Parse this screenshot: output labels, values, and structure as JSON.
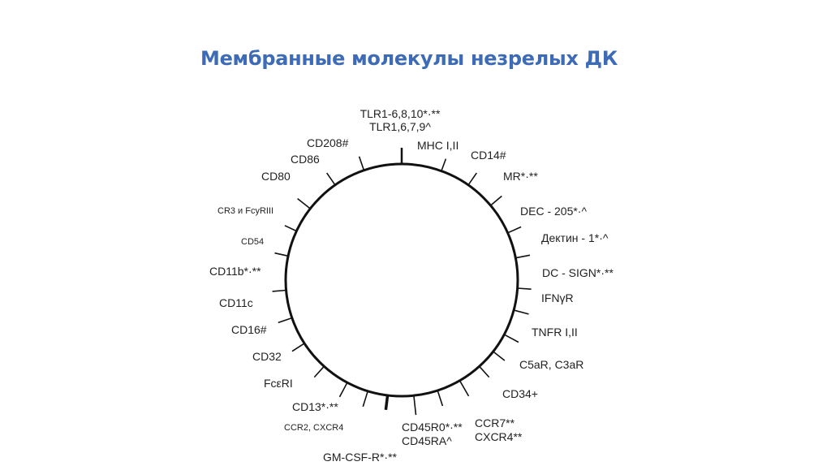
{
  "title": "Мембранные молекулы незрелых ДК",
  "markers": [
    {
      "id": "tlr",
      "lines": [
        "TLR1-6,8,10*·**",
        "TLR1,6,7,9^"
      ]
    },
    {
      "id": "mhc",
      "lines": [
        "MHC I,II"
      ]
    },
    {
      "id": "cd14",
      "lines": [
        "CD14#"
      ]
    },
    {
      "id": "mr",
      "lines": [
        "MR*·**"
      ]
    },
    {
      "id": "dec205",
      "lines": [
        "DEC - 205*·^"
      ]
    },
    {
      "id": "dectin1",
      "lines": [
        "Дектин - 1*·^"
      ]
    },
    {
      "id": "dcsign",
      "lines": [
        "DC - SIGN*·**"
      ]
    },
    {
      "id": "ifngr",
      "lines": [
        "IFNγR"
      ]
    },
    {
      "id": "tnfr",
      "lines": [
        "TNFR I,II"
      ]
    },
    {
      "id": "c5ar",
      "lines": [
        "C5aR, C3aR"
      ]
    },
    {
      "id": "cd34",
      "lines": [
        "CD34+"
      ]
    },
    {
      "id": "ccr7",
      "lines": [
        "CCR7**",
        "CXCR4**"
      ]
    },
    {
      "id": "cd45",
      "lines": [
        "CD45R0*·**",
        "CD45RA^"
      ]
    },
    {
      "id": "gmcsfr",
      "lines": [
        "GM-CSF-R*·**"
      ]
    },
    {
      "id": "ccr2",
      "lines": [
        "CCR2, CXCR4"
      ]
    },
    {
      "id": "cd13",
      "lines": [
        "CD13*·**"
      ]
    },
    {
      "id": "fcer",
      "lines": [
        "FcεRI"
      ]
    },
    {
      "id": "cd32",
      "lines": [
        "CD32"
      ]
    },
    {
      "id": "cd16",
      "lines": [
        "CD16#"
      ]
    },
    {
      "id": "cd11c",
      "lines": [
        "CD11c"
      ]
    },
    {
      "id": "cd11b",
      "lines": [
        "CD11b*·**"
      ]
    },
    {
      "id": "cd54",
      "lines": [
        "CD54"
      ]
    },
    {
      "id": "cr3",
      "lines": [
        "CR3 и FcyRIII"
      ]
    },
    {
      "id": "cd80",
      "lines": [
        "CD80"
      ]
    },
    {
      "id": "cd86",
      "lines": [
        "CD86"
      ]
    },
    {
      "id": "cd208",
      "lines": [
        "CD208#"
      ]
    }
  ]
}
